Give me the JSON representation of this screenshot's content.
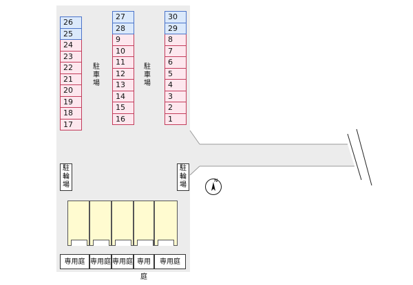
{
  "parking_label": "駐車場",
  "bicycle_label": "駐輪場",
  "garden_label": "専用庭",
  "compass_label": "N",
  "colors": {
    "space": "#fde7ee",
    "space_border": "#c23b5a",
    "accent_space": "#dbe9fb",
    "accent_border": "#4a73c9",
    "unit": "#fffbd0",
    "ground": "#ececec"
  },
  "column_left": [
    {
      "n": "26",
      "t": "blue"
    },
    {
      "n": "25",
      "t": "blue"
    },
    {
      "n": "24",
      "t": "pink"
    },
    {
      "n": "23",
      "t": "pink"
    },
    {
      "n": "22",
      "t": "pink"
    },
    {
      "n": "21",
      "t": "pink"
    },
    {
      "n": "20",
      "t": "pink"
    },
    {
      "n": "19",
      "t": "pink"
    },
    {
      "n": "18",
      "t": "pink"
    },
    {
      "n": "17",
      "t": "pink"
    }
  ],
  "column_middle": [
    {
      "n": "27",
      "t": "blue"
    },
    {
      "n": "28",
      "t": "blue"
    },
    {
      "n": "9",
      "t": "pink"
    },
    {
      "n": "10",
      "t": "pink"
    },
    {
      "n": "11",
      "t": "pink"
    },
    {
      "n": "12",
      "t": "pink"
    },
    {
      "n": "13",
      "t": "pink"
    },
    {
      "n": "14",
      "t": "pink"
    },
    {
      "n": "15",
      "t": "pink"
    },
    {
      "n": "16",
      "t": "pink"
    }
  ],
  "column_right": [
    {
      "n": "30",
      "t": "blue"
    },
    {
      "n": "29",
      "t": "blue"
    },
    {
      "n": "8",
      "t": "pink"
    },
    {
      "n": "7",
      "t": "pink"
    },
    {
      "n": "6",
      "t": "pink"
    },
    {
      "n": "5",
      "t": "pink"
    },
    {
      "n": "4",
      "t": "pink"
    },
    {
      "n": "3",
      "t": "pink"
    },
    {
      "n": "2",
      "t": "pink"
    },
    {
      "n": "1",
      "t": "pink"
    }
  ],
  "units_count": 5
}
